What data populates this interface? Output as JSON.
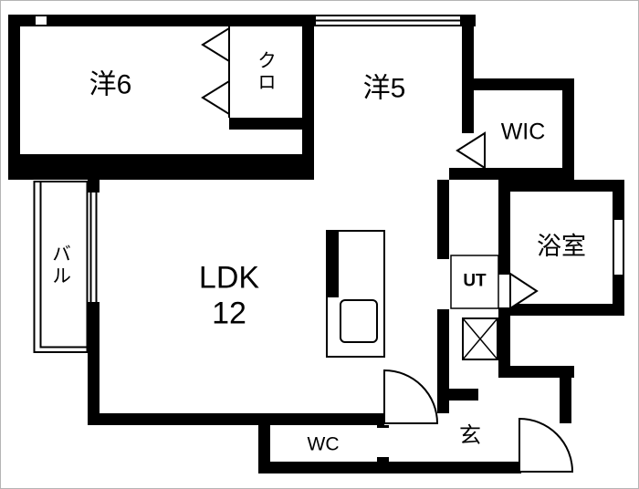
{
  "rooms": {
    "yo6": {
      "label": "洋6"
    },
    "closet": {
      "label": "クロ"
    },
    "yo5": {
      "label": "洋5"
    },
    "wic": {
      "label": "WIC"
    },
    "bath": {
      "label": "浴室"
    },
    "ldk": {
      "label": "LDK",
      "size": "12"
    },
    "balcony": {
      "label": "バル"
    },
    "ut": {
      "label": "UT"
    },
    "wc": {
      "label": "WC"
    },
    "entrance": {
      "label": "玄"
    }
  },
  "colors": {
    "wall": "#000000",
    "floor": "#ffffff",
    "frame": "#b5b5b5"
  }
}
